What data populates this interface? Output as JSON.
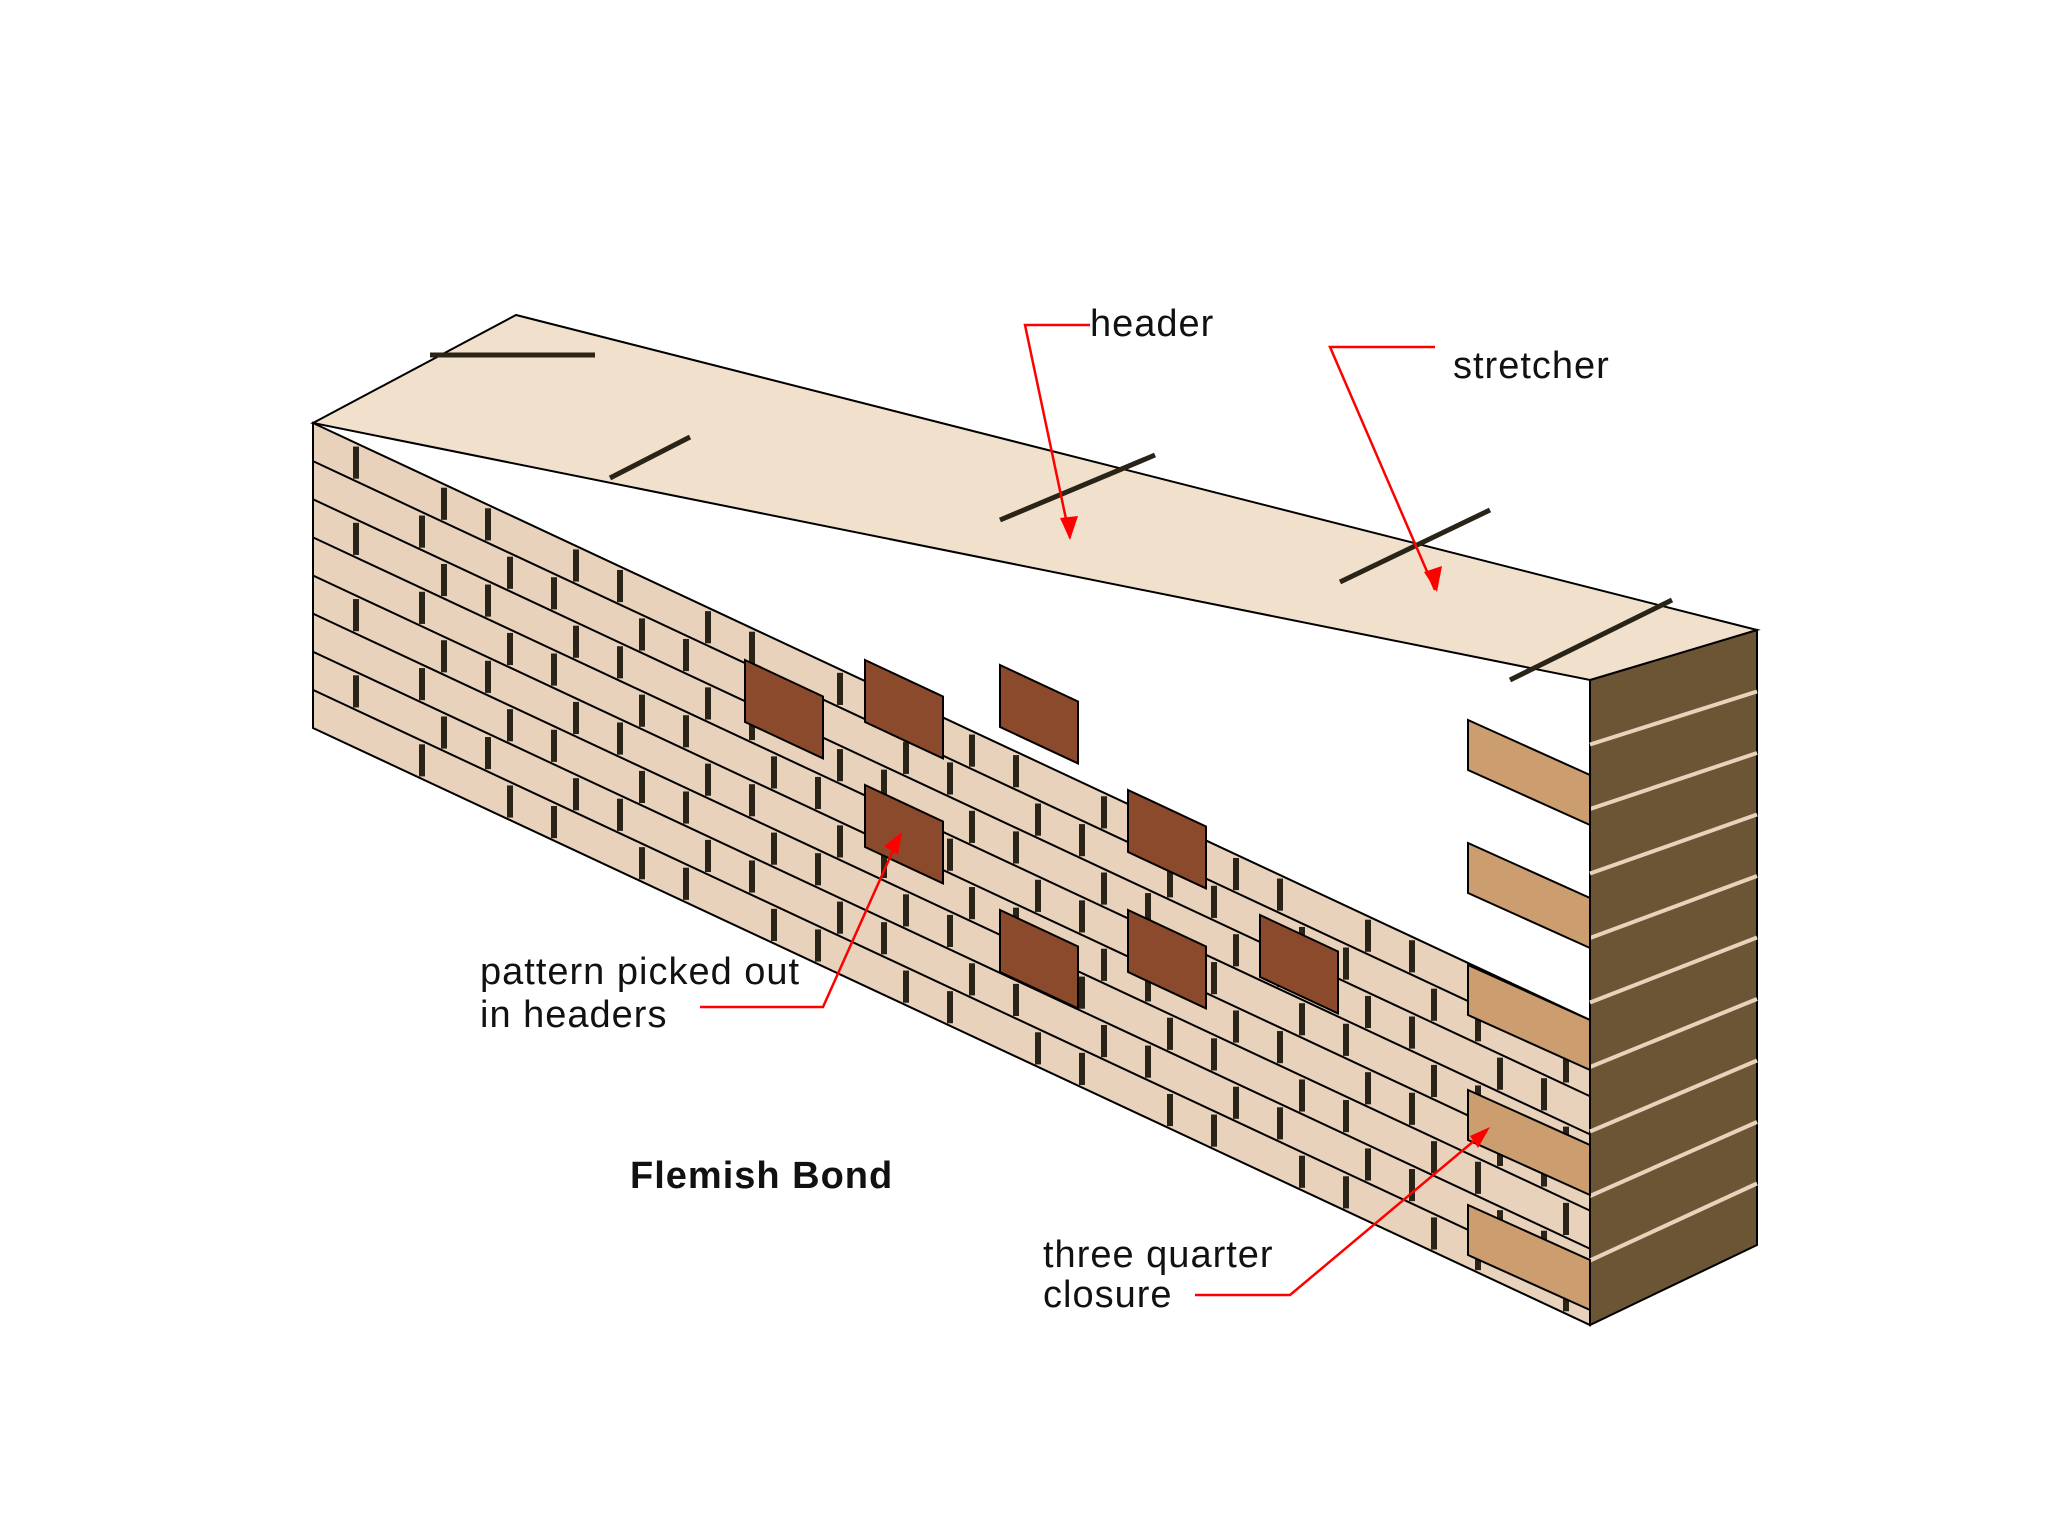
{
  "title": "Flemish Bond",
  "labels": {
    "header": "header",
    "stretcher": "stretcher",
    "pattern_line1": "pattern picked out",
    "pattern_line2": "in headers",
    "closure_line1": "three quarter",
    "closure_line2": "closure"
  },
  "colors": {
    "brick_face": "#e8d2bc",
    "brick_top": "#f1e0cc",
    "brick_shadow": "#2a2418",
    "pattern_header": "#8b4a2b",
    "closure": "#cc9d6e",
    "end_face": "#6b5535",
    "leader": "#ff0000",
    "outline": "#000000"
  }
}
